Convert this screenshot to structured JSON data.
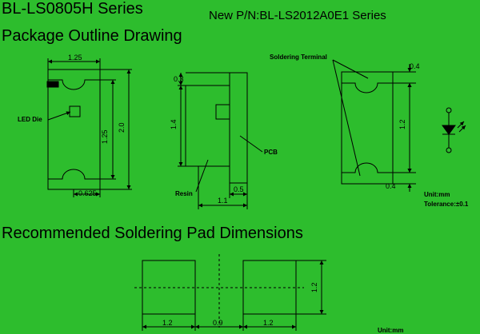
{
  "titles": {
    "series": "BL-LS0805H Series",
    "new_pn": "New P/N:BL-LS2012A0E1 Series",
    "package": "Package Outline Drawing",
    "recommended": "Recommended Soldering Pad Dimensions"
  },
  "top_view": {
    "width_dim": "1.25",
    "height_dim": "2.0",
    "pad_gap_dim": "1.25",
    "pad_width_dim": "0.625",
    "led_die_label": "LED Die"
  },
  "side_view": {
    "top_dim": "0.3",
    "body_dim": "1.4",
    "pcb_label": "PCB",
    "resin_label": "Resin",
    "dim_05": "0.5",
    "dim_11": "1.1"
  },
  "bottom_view": {
    "terminal_label": "Soldering Terminal",
    "top_dim": "0.4",
    "mid_dim": "1.2",
    "bot_dim": "0.4"
  },
  "tolerance": {
    "unit": "Unit:mm",
    "tol": "Tolerance:±0.1"
  },
  "pads": {
    "pad1_dim": "1.2",
    "gap_dim": "0.9",
    "pad2_dim": "1.2",
    "height_dim": "1.2",
    "unit": "Unit:mm"
  }
}
